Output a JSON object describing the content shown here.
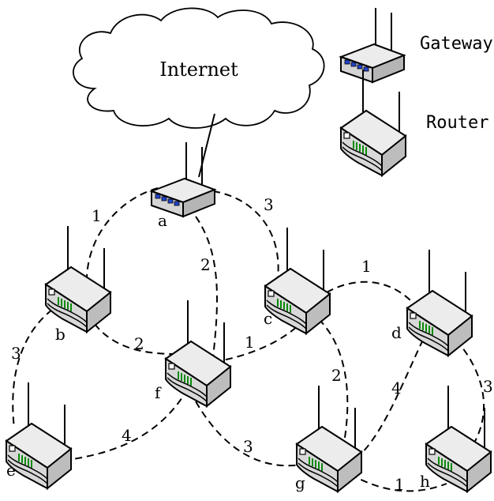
{
  "cloud": {
    "label": "Internet"
  },
  "legend": {
    "gateway_label": "Gateway",
    "router_label": "Router"
  },
  "nodes": [
    {
      "id": "a",
      "label": "a",
      "type": "gateway"
    },
    {
      "id": "b",
      "label": "b",
      "type": "router"
    },
    {
      "id": "c",
      "label": "c",
      "type": "router"
    },
    {
      "id": "d",
      "label": "d",
      "type": "router"
    },
    {
      "id": "e",
      "label": "e",
      "type": "router"
    },
    {
      "id": "f",
      "label": "f",
      "type": "router"
    },
    {
      "id": "g",
      "label": "g",
      "type": "router"
    },
    {
      "id": "h",
      "label": "h",
      "type": "router"
    }
  ],
  "links": [
    {
      "from": "a",
      "to": "b",
      "weight": "1"
    },
    {
      "from": "a",
      "to": "c",
      "weight": "3"
    },
    {
      "from": "a",
      "to": "f",
      "weight": "2"
    },
    {
      "from": "b",
      "to": "f",
      "weight": "2"
    },
    {
      "from": "b",
      "to": "e",
      "weight": "3"
    },
    {
      "from": "c",
      "to": "f",
      "weight": "1"
    },
    {
      "from": "c",
      "to": "d",
      "weight": "1"
    },
    {
      "from": "c",
      "to": "g",
      "weight": "2"
    },
    {
      "from": "d",
      "to": "g",
      "weight": "4"
    },
    {
      "from": "d",
      "to": "h",
      "weight": "3"
    },
    {
      "from": "f",
      "to": "e",
      "weight": "4"
    },
    {
      "from": "f",
      "to": "g",
      "weight": "3"
    },
    {
      "from": "g",
      "to": "h",
      "weight": "1"
    }
  ]
}
